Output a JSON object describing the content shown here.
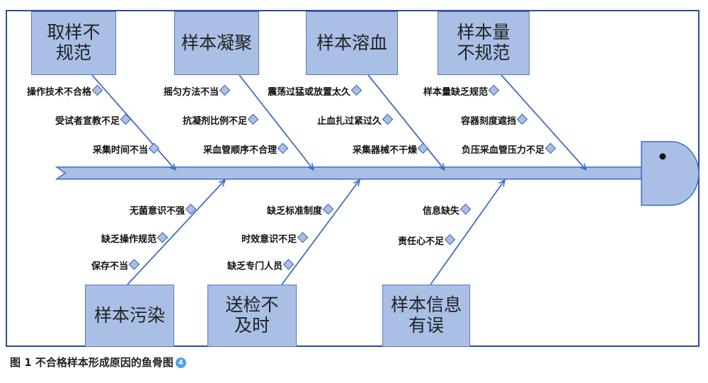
{
  "categories": {
    "top": [
      {
        "label": "取样不\n规范",
        "causes": [
          "操作技术不合格",
          "受试者宣教不足",
          "采集时间不当"
        ]
      },
      {
        "label": "样本凝聚",
        "causes": [
          "摇匀方法不当",
          "抗凝剂比例不足",
          "采血管顺序不合理"
        ]
      },
      {
        "label": "样本溶血",
        "causes": [
          "震荡过猛或放置太久",
          "止血扎过紧过久",
          "采集器械不干燥"
        ]
      },
      {
        "label": "样本量\n不规范",
        "causes": [
          "样本量缺乏规范",
          "容器刻度遮挡",
          "负压采血管压力不足"
        ]
      }
    ],
    "bottom": [
      {
        "label": "样本污染",
        "causes": [
          "无菌意识不强",
          "缺乏操作规范",
          "保存不当"
        ]
      },
      {
        "label": "送检不\n及时",
        "causes": [
          "缺乏标准制度",
          "时效意识不足",
          "缺乏专门人员"
        ]
      },
      {
        "label": "样本信息\n有误",
        "causes": [
          "信息缺失",
          "责任心不足"
        ]
      }
    ]
  },
  "caption": {
    "text": "图 1 不合格样本形成原因的鱼骨图",
    "badge": "4"
  },
  "colors": {
    "box_fill": "#a9bfe6",
    "line": "#3f6fc0",
    "frame": "#2e4a9e"
  }
}
